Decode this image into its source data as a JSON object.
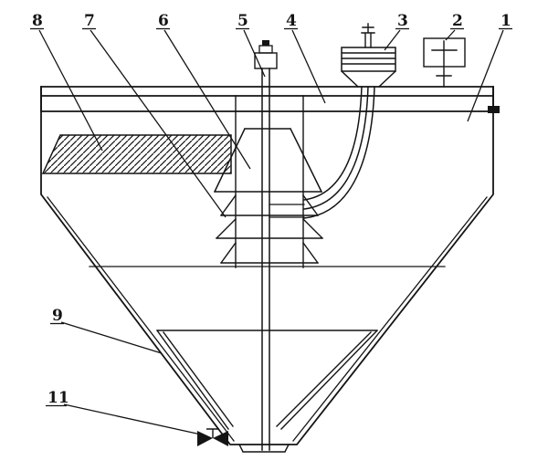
{
  "drawing": {
    "colors": {
      "ink": "#141414",
      "background": "#ffffff"
    },
    "labels": [
      {
        "text": "8"
      },
      {
        "text": "7"
      },
      {
        "text": "6"
      },
      {
        "text": "5"
      },
      {
        "text": "4"
      },
      {
        "text": "3"
      },
      {
        "text": "2"
      },
      {
        "text": "1"
      },
      {
        "text": "9"
      },
      {
        "text": "11"
      }
    ]
  }
}
